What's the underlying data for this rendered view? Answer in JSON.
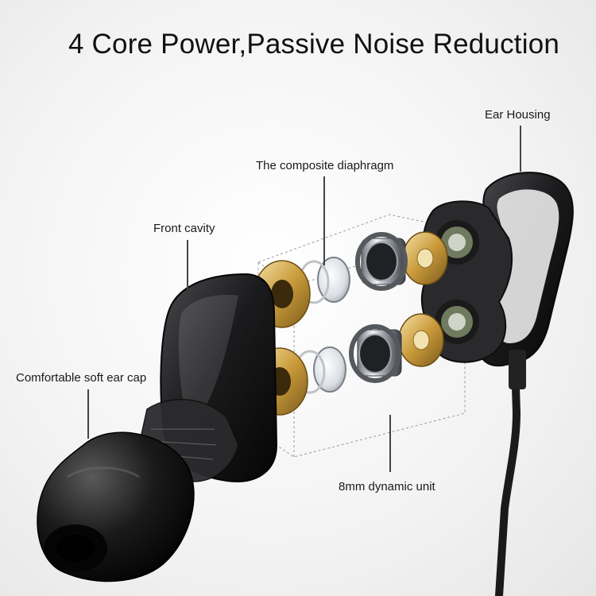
{
  "title": "4 Core Power,Passive Noise Reduction",
  "labels": {
    "ear_housing": "Ear Housing",
    "composite_diaphragm": "The composite diaphragm",
    "front_cavity": "Front cavity",
    "ear_cap": "Comfortable soft ear cap",
    "dynamic_unit": "8mm dynamic unit"
  },
  "colors": {
    "shell": "#1c1c1e",
    "gold": "#c9a24a",
    "chrome": "#b8bcc2",
    "eartip": "#111111"
  }
}
